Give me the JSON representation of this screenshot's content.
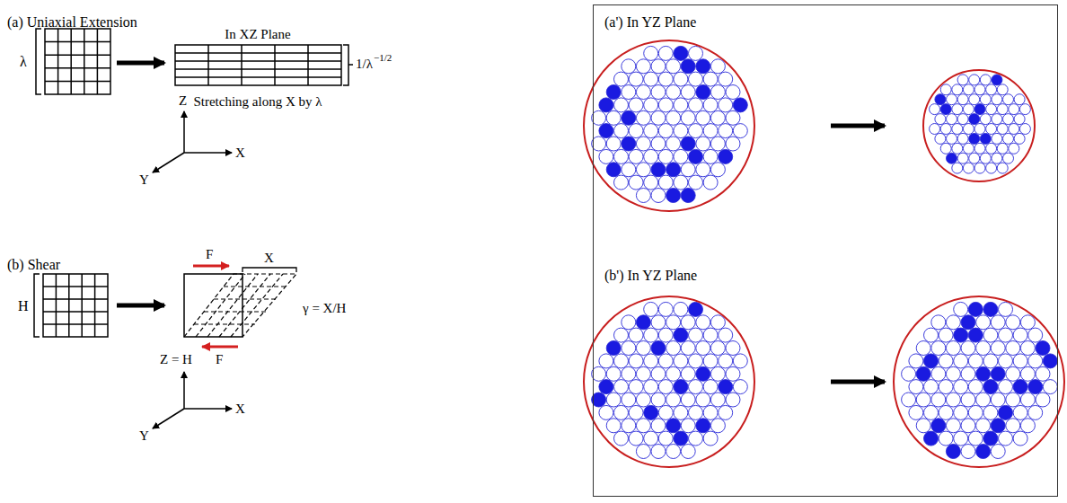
{
  "diagram": {
    "nodes": [
      {
        "text": [
          "(a') In YZ Plane",
          "(b') In YZ Plane"
        ]
      }
    ],
    "labels": [
      "(a) Uniaxial Extension",
      "λ",
      "In XZ Plane",
      "Stretching along X by λ",
      "1/λ",
      "−1/2",
      "Z",
      "X",
      "Y",
      "(b) Shear",
      "H",
      "F",
      "F",
      "X",
      "γ = X/H",
      "Z = H",
      "X",
      "Y"
    ]
  }
}
